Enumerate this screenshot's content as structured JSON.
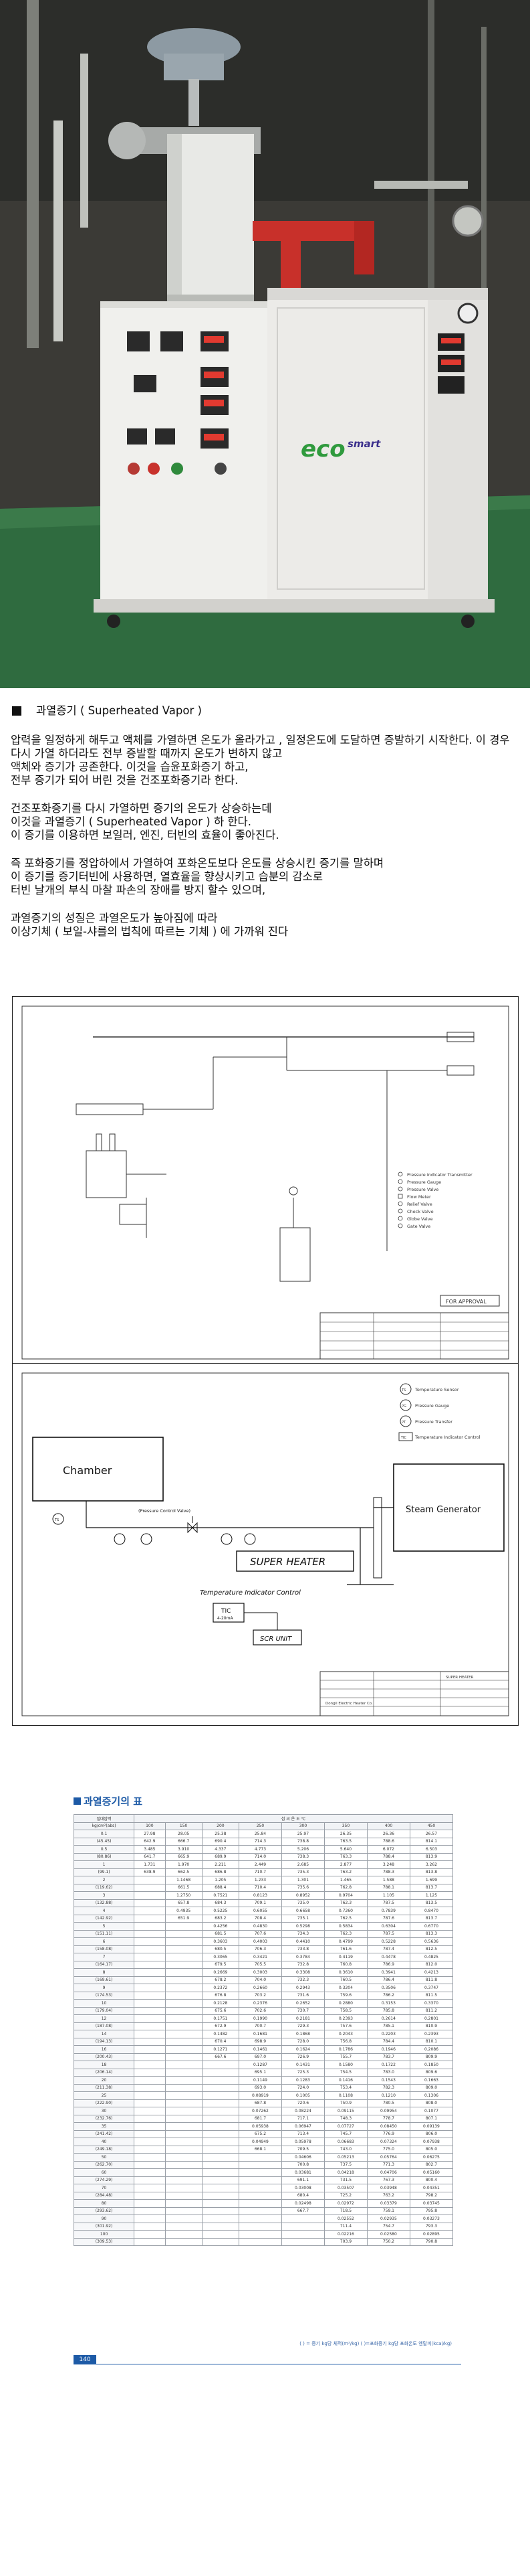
{
  "heading": "과열증기 ( Superheated Vapor )",
  "paragraphs": [
    [
      "압력을 일정하게 해두고 액체를 가열하면 온도가 올라가고 , 일정온도에 도달하면 증발하기 시작한다. 이 경우 다시 가열 하더라도 전부 증발할 때까지 온도가 변하지 않고",
      "액체와 증기가 공존한다. 이것을 습윤포화증기 하고,",
      "전부 증기가 되어 버린 것을 건조포화증기라 한다."
    ],
    [
      "건조포화증기를 다시 가열하면 증기의 온도가 상승하는데",
      "이것을 과열증기 ( Superheated Vapor ) 하 한다.",
      "이 증기를 이용하면 보일러, 엔진, 터빈의 효율이 좋아진다."
    ],
    [
      "즉 포화증기를 정압하에서 가열하여 포화온도보다 온도를 상승시킨 증기를 말하며",
      "이 증기를 증기터빈에 사용하면, 열효율을 향상시키고 습분의 감소로",
      "터빈 날개의 부식 마찰 파손의 장애를 방지 할수 있으며,"
    ],
    [
      "과열증기의 성질은 과열온도가 높아짐에 따라",
      "이상기체 ( 보일-샤를의 법칙에 따르는 기체 ) 에 가까워 진다"
    ]
  ],
  "photo": {
    "logo_text": "eco",
    "logo_text2": "smart"
  },
  "drawing1": {
    "legend": [
      "Pressure Indicator Transmitter",
      "Pressure Gauge",
      "Pressure Valve",
      "Flow Meter",
      "Relief Valve",
      "Check Valve",
      "Globe Valve",
      "Gate Valve"
    ],
    "stamp": "FOR APPROVAL"
  },
  "drawing2": {
    "chamber": "Chamber",
    "steam_generator": "Steam Generator",
    "super_heater": "SUPER HEATER",
    "pressure_control": "(Pressure Control Valve)",
    "temp_control": "Temperature Indicator Control",
    "tic": "TIC",
    "tic_sub": "4-20mA",
    "scr": "SCR UNIT",
    "legend": [
      {
        "sym": "TS",
        "text": "Temperature Sensor"
      },
      {
        "sym": "PG",
        "text": "Pressure Gauge"
      },
      {
        "sym": "PT",
        "text": "Pressure Transfer"
      },
      {
        "sym": "TIC",
        "text": "Temperature Indicator Control"
      }
    ],
    "titleblock": [
      "Dongil Electric Heater Co.",
      "SUPER HEATER"
    ]
  },
  "steam_table": {
    "title": "과열증기의 표",
    "footnote": "( ) = 증기 kg당 체적(m³/kg)  ( )=포화증기 kg당 포화온도 엔탈피(kcal/kg)",
    "page_number": "140",
    "header_left": "절대압력",
    "header_unit": "kg/cm²(abs)",
    "header_temp": "섭 씨 온 도 ℃",
    "columns": [
      "100",
      "150",
      "200",
      "250",
      "300",
      "350",
      "400",
      "450"
    ],
    "rows": [
      [
        "0.1",
        "27.98",
        "28.05",
        "25.38",
        "25.84",
        "25.97",
        "26.35",
        "26.36",
        "26.57"
      ],
      [
        "(45.45)",
        "642.9",
        "666.7",
        "690.4",
        "714.3",
        "738.8",
        "763.5",
        "788.6",
        "814.1"
      ],
      [
        "0.5",
        "3.485",
        "3.910",
        "4.337",
        "4.773",
        "5.206",
        "5.640",
        "6.072",
        "6.503"
      ],
      [
        "(80.86)",
        "641.7",
        "665.9",
        "689.9",
        "714.0",
        "738.3",
        "763.3",
        "788.4",
        "813.9"
      ],
      [
        "1",
        "1.731",
        "1.970",
        "2.211",
        "2.449",
        "2.685",
        "2.877",
        "3.248",
        "3.262"
      ],
      [
        "(99.1)",
        "638.9",
        "662.5",
        "686.8",
        "710.7",
        "735.3",
        "763.2",
        "788.3",
        "813.8"
      ],
      [
        "2",
        "",
        "1.1468",
        "1.205",
        "1.233",
        "1.301",
        "1.465",
        "1.588",
        "1.699"
      ],
      [
        "(119.62)",
        "",
        "661.5",
        "688.4",
        "710.4",
        "735.6",
        "762.8",
        "788.1",
        "813.7"
      ],
      [
        "3",
        "",
        "1.2750",
        "0.7521",
        "0.8123",
        "0.8952",
        "0.9704",
        "1.105",
        "1.125"
      ],
      [
        "(132.88)",
        "",
        "657.8",
        "684.3",
        "709.1",
        "735.0",
        "762.3",
        "787.5",
        "813.5"
      ],
      [
        "4",
        "",
        "0.4935",
        "0.5225",
        "0.6055",
        "0.6658",
        "0.7260",
        "0.7839",
        "0.8470"
      ],
      [
        "(142.92)",
        "",
        "651.9",
        "683.2",
        "708.4",
        "735.1",
        "762.5",
        "787.6",
        "813.7"
      ],
      [
        "5",
        "",
        "",
        "0.4256",
        "0.4830",
        "0.5298",
        "0.5834",
        "0.6304",
        "0.6770"
      ],
      [
        "(151.11)",
        "",
        "",
        "681.5",
        "707.6",
        "734.3",
        "762.3",
        "787.5",
        "813.3"
      ],
      [
        "6",
        "",
        "",
        "0.3603",
        "0.4003",
        "0.4410",
        "0.4799",
        "0.5228",
        "0.5636"
      ],
      [
        "(158.08)",
        "",
        "",
        "680.5",
        "706.3",
        "733.8",
        "761.6",
        "787.4",
        "812.5"
      ],
      [
        "7",
        "",
        "",
        "0.3065",
        "0.3421",
        "0.3784",
        "0.4119",
        "0.4478",
        "0.4825"
      ],
      [
        "(164.17)",
        "",
        "",
        "679.5",
        "705.5",
        "732.8",
        "760.8",
        "786.9",
        "812.0"
      ],
      [
        "8",
        "",
        "",
        "0.2669",
        "0.3003",
        "0.3308",
        "0.3610",
        "0.3941",
        "0.4213"
      ],
      [
        "(169.61)",
        "",
        "",
        "678.2",
        "704.0",
        "732.3",
        "760.5",
        "786.4",
        "811.8"
      ],
      [
        "9",
        "",
        "",
        "0.2372",
        "0.2660",
        "0.2943",
        "0.3204",
        "0.3506",
        "0.3747"
      ],
      [
        "(174.53)",
        "",
        "",
        "676.8",
        "703.2",
        "731.6",
        "759.6",
        "786.2",
        "811.5"
      ],
      [
        "10",
        "",
        "",
        "0.2128",
        "0.2376",
        "0.2652",
        "0.2880",
        "0.3153",
        "0.3370"
      ],
      [
        "(179.04)",
        "",
        "",
        "675.6",
        "702.6",
        "730.7",
        "758.5",
        "785.8",
        "811.2"
      ],
      [
        "12",
        "",
        "",
        "0.1751",
        "0.1990",
        "0.2181",
        "0.2393",
        "0.2614",
        "0.2801"
      ],
      [
        "(187.08)",
        "",
        "",
        "672.9",
        "700.7",
        "729.3",
        "757.6",
        "785.1",
        "810.9"
      ],
      [
        "14",
        "",
        "",
        "0.1482",
        "0.1681",
        "0.1868",
        "0.2043",
        "0.2203",
        "0.2393"
      ],
      [
        "(194.13)",
        "",
        "",
        "670.4",
        "698.9",
        "728.0",
        "756.8",
        "784.4",
        "810.1"
      ],
      [
        "16",
        "",
        "",
        "0.1271",
        "0.1461",
        "0.1624",
        "0.1786",
        "0.1946",
        "0.2086"
      ],
      [
        "(200.43)",
        "",
        "",
        "667.6",
        "697.0",
        "726.9",
        "755.7",
        "783.7",
        "809.9"
      ],
      [
        "18",
        "",
        "",
        "",
        "0.1287",
        "0.1431",
        "0.1580",
        "0.1722",
        "0.1850"
      ],
      [
        "(206.14)",
        "",
        "",
        "",
        "695.1",
        "725.3",
        "754.5",
        "783.0",
        "809.6"
      ],
      [
        "20",
        "",
        "",
        "",
        "0.1149",
        "0.1283",
        "0.1416",
        "0.1543",
        "0.1663"
      ],
      [
        "(211.38)",
        "",
        "",
        "",
        "693.0",
        "724.0",
        "753.4",
        "782.3",
        "809.0"
      ],
      [
        "25",
        "",
        "",
        "",
        "0.08919",
        "0.1005",
        "0.1108",
        "0.1210",
        "0.1306"
      ],
      [
        "(222.90)",
        "",
        "",
        "",
        "687.8",
        "720.6",
        "750.9",
        "780.5",
        "808.0"
      ],
      [
        "30",
        "",
        "",
        "",
        "0.07262",
        "0.08224",
        "0.09115",
        "0.09954",
        "0.1077"
      ],
      [
        "(232.76)",
        "",
        "",
        "",
        "681.7",
        "717.1",
        "748.3",
        "778.7",
        "807.1"
      ],
      [
        "35",
        "",
        "",
        "",
        "0.05938",
        "0.06947",
        "0.07727",
        "0.08450",
        "0.09139"
      ],
      [
        "(241.42)",
        "",
        "",
        "",
        "675.2",
        "713.4",
        "745.7",
        "776.9",
        "806.0"
      ],
      [
        "40",
        "",
        "",
        "",
        "0.04949",
        "0.05978",
        "0.06683",
        "0.07324",
        "0.07938"
      ],
      [
        "(249.18)",
        "",
        "",
        "",
        "668.1",
        "709.5",
        "743.0",
        "775.0",
        "805.0"
      ],
      [
        "50",
        "",
        "",
        "",
        "",
        "0.04606",
        "0.05213",
        "0.05764",
        "0.06275"
      ],
      [
        "(262.70)",
        "",
        "",
        "",
        "",
        "700.8",
        "737.5",
        "771.3",
        "802.7"
      ],
      [
        "60",
        "",
        "",
        "",
        "",
        "0.03681",
        "0.04218",
        "0.04706",
        "0.05160"
      ],
      [
        "(274.29)",
        "",
        "",
        "",
        "",
        "691.1",
        "731.5",
        "767.3",
        "800.4"
      ],
      [
        "70",
        "",
        "",
        "",
        "",
        "0.03008",
        "0.03507",
        "0.03948",
        "0.04351"
      ],
      [
        "(284.48)",
        "",
        "",
        "",
        "",
        "680.4",
        "725.2",
        "763.2",
        "798.2"
      ],
      [
        "80",
        "",
        "",
        "",
        "",
        "0.02498",
        "0.02972",
        "0.03379",
        "0.03745"
      ],
      [
        "(293.62)",
        "",
        "",
        "",
        "",
        "667.7",
        "718.5",
        "759.1",
        "795.8"
      ],
      [
        "90",
        "",
        "",
        "",
        "",
        "",
        "0.02552",
        "0.02935",
        "0.03273"
      ],
      [
        "(301.92)",
        "",
        "",
        "",
        "",
        "",
        "711.4",
        "754.7",
        "793.3"
      ],
      [
        "100",
        "",
        "",
        "",
        "",
        "",
        "0.02216",
        "0.02580",
        "0.02895"
      ],
      [
        "(309.53)",
        "",
        "",
        "",
        "",
        "",
        "703.9",
        "750.2",
        "790.8"
      ]
    ]
  }
}
